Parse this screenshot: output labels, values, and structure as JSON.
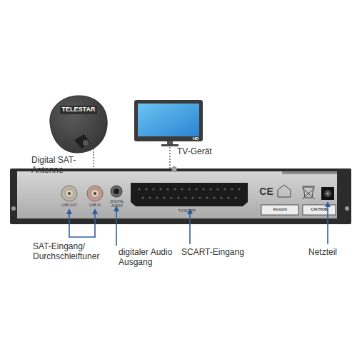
{
  "diagram": {
    "labels": [
      "TELESTAR",
      "Digital SAT-Antenne",
      "HD",
      "TV-Gerät",
      "LNB OUT",
      "LNB IN",
      "DIGITAL AUDIO",
      "TV/SCART",
      "CE",
      "Vorsicht",
      "CAUTION",
      "SAT-Eingang/ Durchschleiftuner",
      "digitaler Audio Ausgang",
      "SCART-Eingang",
      "Netzteil"
    ]
  }
}
